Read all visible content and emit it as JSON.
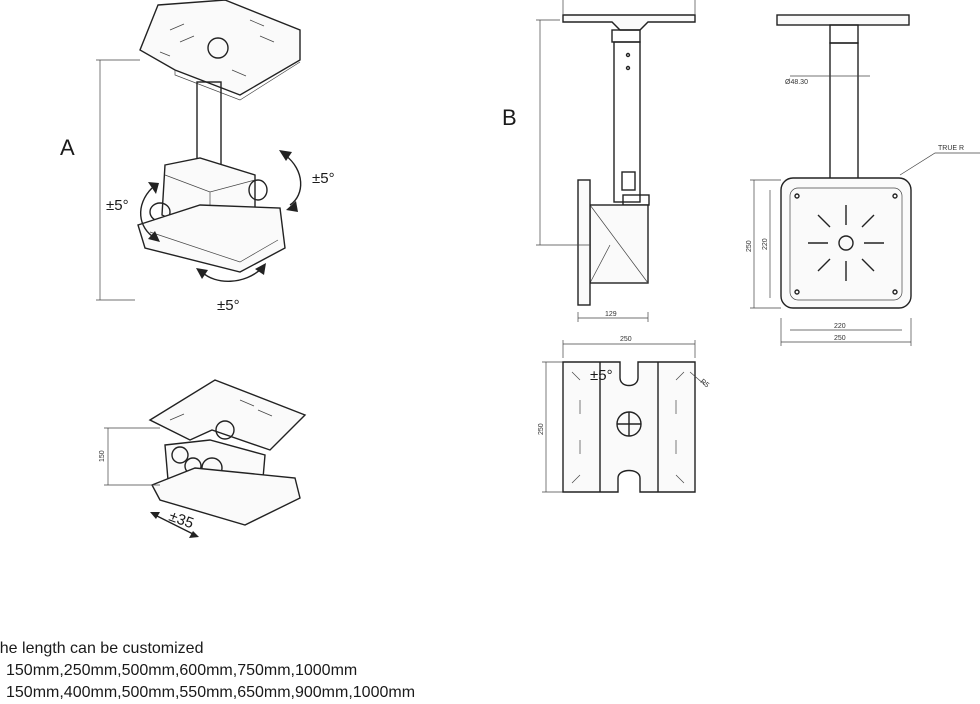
{
  "labels": {
    "view_a": "A",
    "view_b": "B",
    "tilt_left": "±5°",
    "tilt_right": "±5°",
    "tilt_bottom": "±5°",
    "plan_angle": "±5°",
    "move_range": "±35",
    "height_dim": "150",
    "true_r": "TRUE R",
    "tube_diameter": "Ø48.30",
    "side_depth": "129",
    "front_width_220": "220",
    "front_width_250": "250",
    "front_height_250": "250",
    "front_height_220": "220",
    "plan_width": "250",
    "plan_height": "250",
    "plan_radius": "R5"
  },
  "notes": {
    "line1": "The length can be customized",
    "line2": "150mm,250mm,500mm,600mm,750mm,1000mm",
    "line3": "150mm,400mm,500mm,550mm,650mm,900mm,1000mm"
  }
}
